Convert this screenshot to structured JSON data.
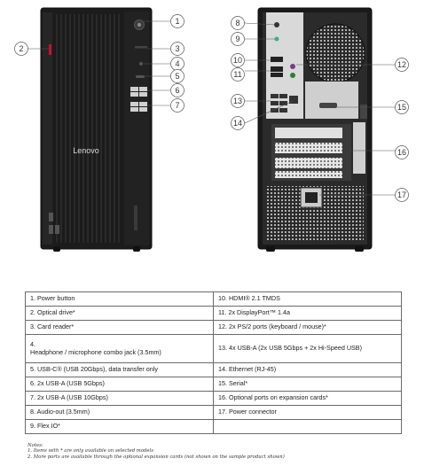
{
  "figure": {
    "brand": "Lenovo",
    "callouts": [
      "1",
      "2",
      "3",
      "4",
      "5",
      "6",
      "7",
      "8",
      "9",
      "10",
      "11",
      "12",
      "13",
      "14",
      "15",
      "16",
      "17"
    ]
  },
  "table": {
    "rows": [
      {
        "left": "1.    Power button",
        "right": "10. HDMI® 2.1 TMDS"
      },
      {
        "left": "2.    Optical drive*",
        "right": "11.  2x  DisplayPort™ 1.4a"
      },
      {
        "left": "3.    Card reader*",
        "right": "12. 2x PS/2 ports (keyboard / mouse)*"
      },
      {
        "left_l1": "4.",
        "left_l2": "Headphone / microphone combo jack (3.5mm)",
        "right": "13. 4x USB-A (2x USB 5Gbps + 2x Hi-Speed USB)"
      },
      {
        "left": "5.    USB-C® (USB 20Gbps), data transfer only",
        "right": "14. Ethernet (RJ-45)"
      },
      {
        "left": "6.    2x  USB-A  (USB 5Gbps)",
        "right": "15. Serial*"
      },
      {
        "left": "7.    2x  USB-A  (USB 10Gbps)",
        "right": "16. Optional ports on expansion cards*"
      },
      {
        "left": "8.    Audio-out (3.5mm)",
        "right": "17. Power connector"
      },
      {
        "left": "9.    Flex IO*",
        "right": ""
      }
    ]
  },
  "notes": {
    "title": "Notes:",
    "line1": "1. Items with * are only available on selected models",
    "line2": "2. More ports are available through the optional expansion cards (not shown on the sample product shown)"
  }
}
